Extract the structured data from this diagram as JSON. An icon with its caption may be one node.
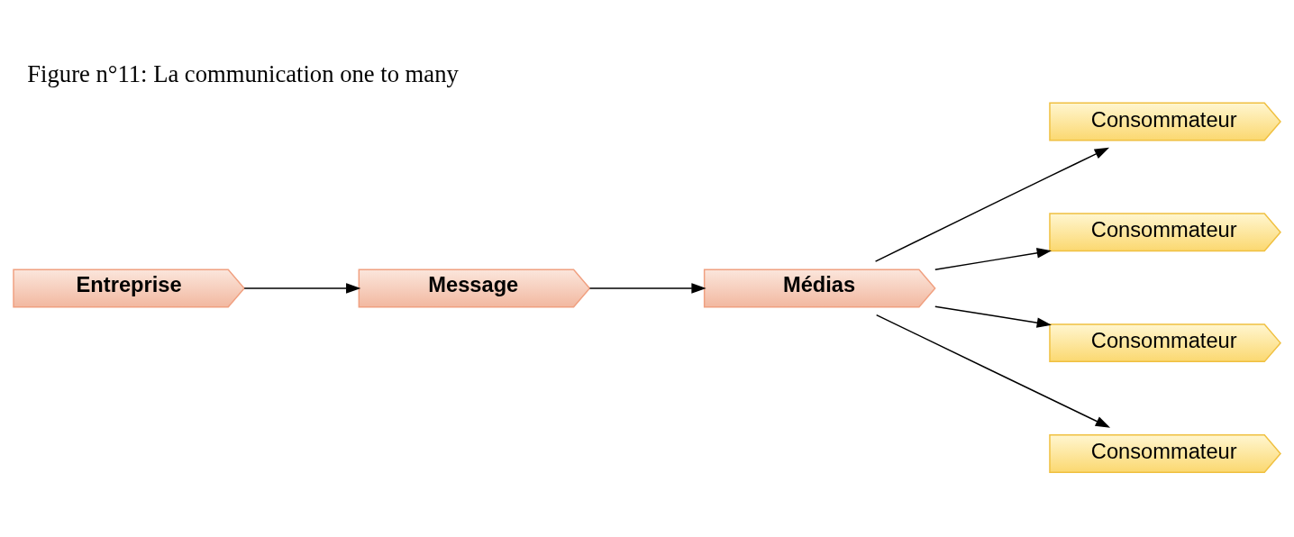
{
  "diagram": {
    "title": "Figure n°11: La communication one to many",
    "nodes": [
      {
        "text": [
          "Entreprise"
        ]
      },
      {
        "text": [
          "Message"
        ]
      },
      {
        "text": [
          "Médias"
        ]
      },
      {
        "text": [
          "Consommateur"
        ]
      },
      {
        "text": [
          "Consommateur"
        ]
      },
      {
        "text": [
          "Consommateur"
        ]
      },
      {
        "text": [
          "Consommateur"
        ]
      }
    ],
    "edges": [
      {
        "from": 0,
        "to": 1,
        "arrow": "to"
      },
      {
        "from": 1,
        "to": 2,
        "arrow": "to"
      },
      {
        "from": 2,
        "to": 3,
        "arrow": "to"
      },
      {
        "from": 2,
        "to": 4,
        "arrow": "to"
      },
      {
        "from": 2,
        "to": 5,
        "arrow": "to"
      },
      {
        "from": 2,
        "to": 6,
        "arrow": "to"
      }
    ]
  }
}
